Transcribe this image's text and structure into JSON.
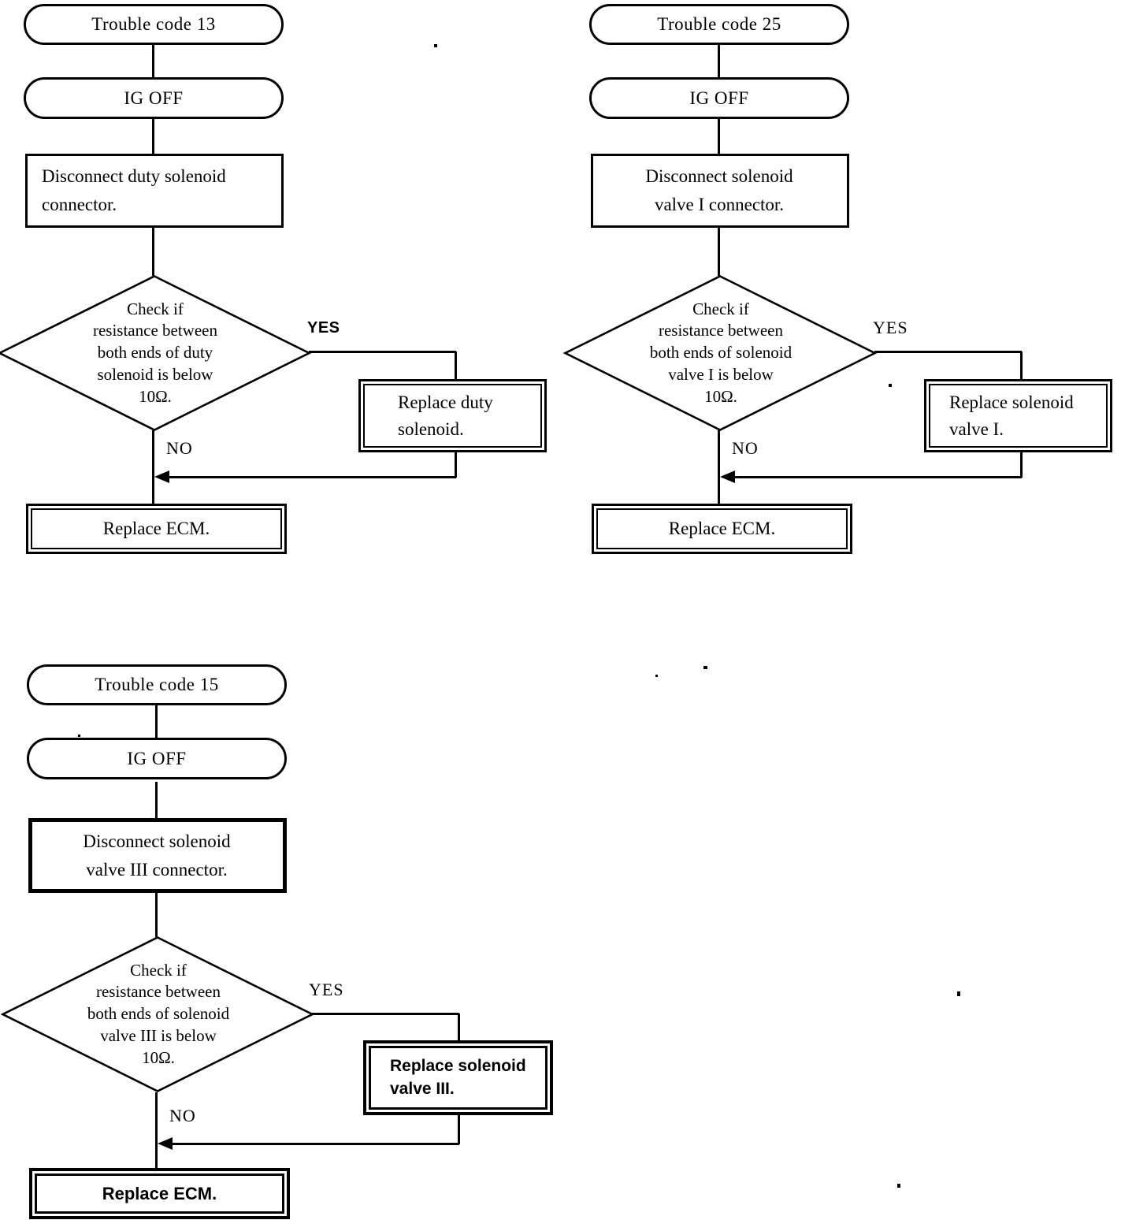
{
  "diagram": {
    "charts": [
      {
        "title": "Trouble code 13",
        "power": "IG OFF",
        "step": "Disconnect duty solenoid\nconnector.",
        "decision": "Check if\nresistance between\nboth ends of duty\nsolenoid is below\n10Ω.",
        "yes_label": "YES",
        "no_label": "NO",
        "yes_action": "Replace duty\nsolenoid.",
        "no_action": "Replace ECM."
      },
      {
        "title": "Trouble code 25",
        "power": "IG OFF",
        "step": "Disconnect solenoid\nvalve I connector.",
        "decision": "Check if\nresistance between\nboth ends of solenoid\nvalve I is below\n10Ω.",
        "yes_label": "YES",
        "no_label": "NO",
        "yes_action": "Replace solenoid\nvalve I.",
        "no_action": "Replace ECM."
      },
      {
        "title": "Trouble code 15",
        "power": "IG OFF",
        "step": "Disconnect solenoid\nvalve III connector.",
        "decision": "Check if\nresistance between\nboth ends of solenoid\nvalve III is below\n10Ω.",
        "yes_label": "YES",
        "no_label": "NO",
        "yes_action": "Replace solenoid\nvalve III.",
        "no_action": "Replace ECM."
      }
    ]
  }
}
